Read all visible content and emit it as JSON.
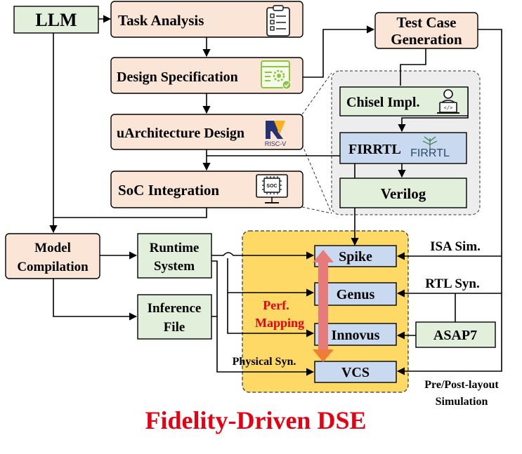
{
  "colors": {
    "llm_fill": "#e2efda",
    "peach_fill": "#fbe5d6",
    "green_fill": "#e2efda",
    "blue_fill": "#c9daf0",
    "dse_region": "#ffd966",
    "impl_region": "#ededed",
    "arrow_red": "#e67b7b",
    "arrow_orange": "#f07c3a",
    "title_red": "#e60012",
    "mapping_red": "#e60012"
  },
  "nodes": {
    "llm": "LLM",
    "task_analysis": "Task Analysis",
    "design_specification": "Design Specification",
    "uarchitecture_design": "uArchitecture Design",
    "soc_integration": "SoC Integration",
    "test_case_generation": [
      "Test Case",
      "Generation"
    ],
    "chisel_impl": "Chisel Impl.",
    "firrtl": "FIRRTL",
    "verilog": "Verilog",
    "model_compilation": [
      "Model",
      "Compilation"
    ],
    "runtime_system": [
      "Runtime",
      "System"
    ],
    "inference_file": [
      "Inference",
      "File"
    ],
    "spike": "Spike",
    "genus": "Genus",
    "innovus": "Innovus",
    "vcs": "VCS",
    "asap7": "ASAP7"
  },
  "labels": {
    "isa_sim": "ISA Sim.",
    "rtl_syn": "RTL Syn.",
    "physical_syn": "Physical Syn.",
    "pre_post_layout": [
      "Pre/Post-layout",
      "Simulation"
    ],
    "perf_mapping": [
      "Perf.",
      "Mapping"
    ]
  },
  "logos": {
    "risc_v": "RISC-V",
    "firrtl_logo": "FIRRTL",
    "soc_chip": "SOC"
  },
  "icons": [
    "checklist-icon",
    "spec-gear-icon",
    "risc-v-logo",
    "soc-chip-monitor-icon",
    "developer-laptop-icon",
    "firrtl-tree-logo"
  ],
  "title": "Fidelity-Driven DSE"
}
